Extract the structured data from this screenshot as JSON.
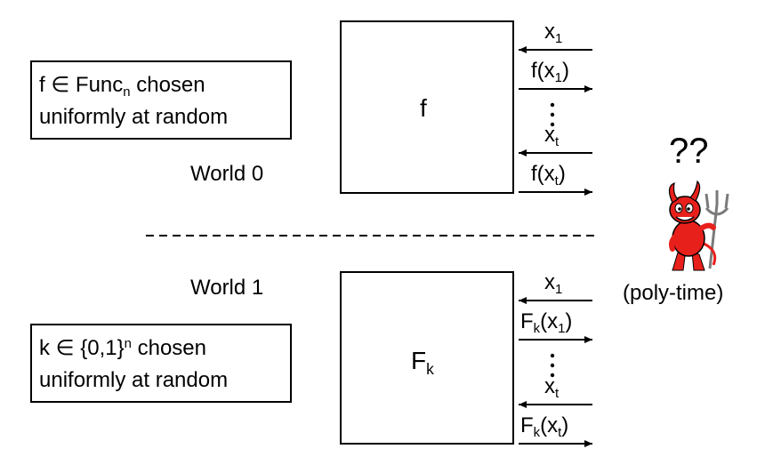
{
  "world0": {
    "label": "World 0",
    "desc_line1_pre": "f ∈ Func",
    "desc_line1_sub": "n",
    "desc_line1_post": " chosen",
    "desc_line2": "uniformly at random",
    "box_label": "f",
    "q1": {
      "pre": "x",
      "sub": "1",
      "post": ""
    },
    "a1": {
      "pre": "f(x",
      "sub": "1",
      "post": ")"
    },
    "qt": {
      "pre": "x",
      "sub": "t",
      "post": ""
    },
    "at": {
      "pre": "f(x",
      "sub": "t",
      "post": ")"
    }
  },
  "world1": {
    "label": "World 1",
    "desc_line1_pre": "k ∈ {0,1}",
    "desc_line1_sup": "n",
    "desc_line1_post": " chosen",
    "desc_line2": "uniformly at random",
    "box_label_pre": "F",
    "box_label_sub": "k",
    "q1": {
      "pre": "x",
      "sub": "1",
      "post": ""
    },
    "a1": {
      "pre": "F",
      "sub": "k",
      "mid": "(x",
      "sub2": "1",
      "post": ")"
    },
    "qt": {
      "pre": "x",
      "sub": "t",
      "post": ""
    },
    "at": {
      "pre": "F",
      "sub": "k",
      "mid": "(x",
      "sub2": "t",
      "post": ")"
    }
  },
  "adversary": {
    "question": "??",
    "caption": "(poly-time)",
    "icon": "devil-icon"
  },
  "colors": {
    "devil": "#e8201c",
    "line": "#000000"
  }
}
